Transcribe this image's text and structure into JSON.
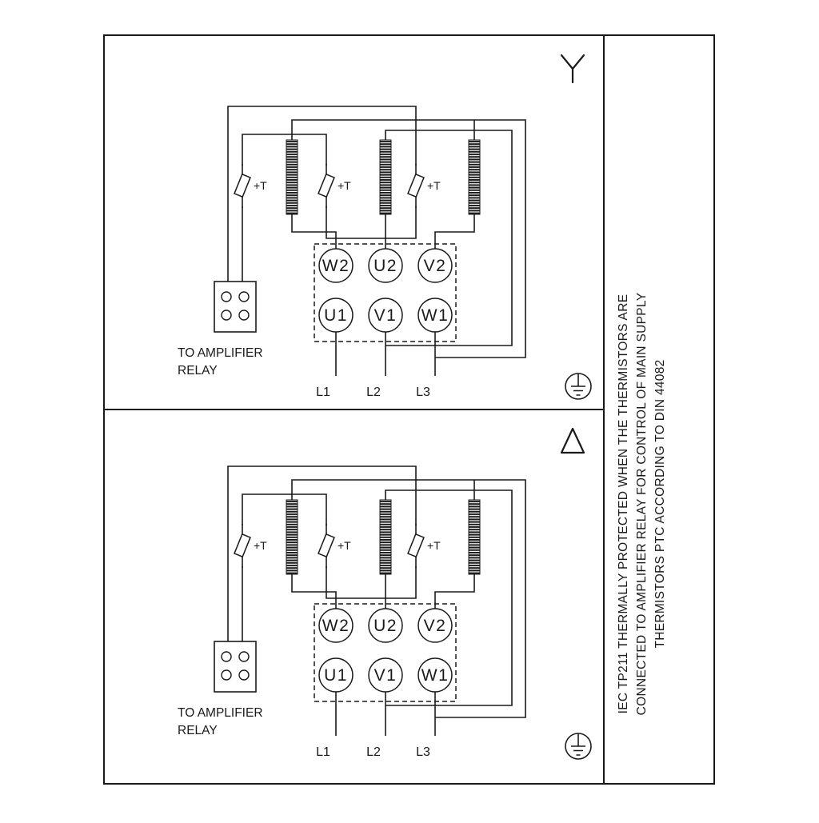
{
  "colors": {
    "line": "#1a1a1a",
    "background": "#ffffff"
  },
  "side_note": {
    "lines": [
      "IEC TP211 THERMALLY PROTECTED WHEN THE THERMISTORS ARE",
      "CONNECTED TO AMPLIFIER RELAY FOR CONTROL OF MAIN SUPPLY",
      "THERMISTORS PTC ACCORDING TO DIN 44082"
    ]
  },
  "panels": [
    {
      "id": "star",
      "connection_symbol": "star",
      "terminals": {
        "top": [
          "W2",
          "U2",
          "V2"
        ],
        "bottom": [
          "U1",
          "V1",
          "W1"
        ]
      },
      "supply_labels": [
        "L1",
        "L2",
        "L3"
      ],
      "thermistor_label": "+T",
      "relay_caption_line1": "TO AMPLIFIER",
      "relay_caption_line2": "RELAY"
    },
    {
      "id": "delta",
      "connection_symbol": "delta",
      "terminals": {
        "top": [
          "W2",
          "U2",
          "V2"
        ],
        "bottom": [
          "U1",
          "V1",
          "W1"
        ]
      },
      "supply_labels": [
        "L1",
        "L2",
        "L3"
      ],
      "thermistor_label": "+T",
      "relay_caption_line1": "TO AMPLIFIER",
      "relay_caption_line2": "RELAY"
    }
  ]
}
